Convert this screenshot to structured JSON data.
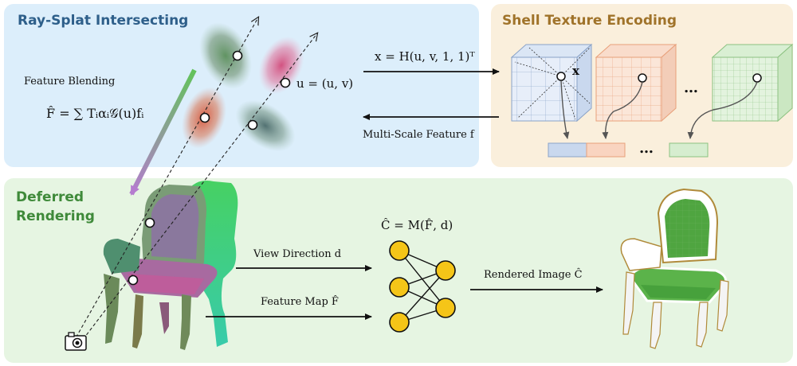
{
  "panels": {
    "ray_splat": {
      "title": "Ray-Splat Intersecting",
      "title_color": "#2e5f8a",
      "bg": "#dceefb"
    },
    "shell": {
      "title": "Shell Texture Encoding",
      "title_color": "#a0732a",
      "bg": "#faefdc"
    },
    "deferred": {
      "title_line1": "Deferred",
      "title_line2": "Rendering",
      "title_color": "#3f8a3a",
      "bg": "#e6f5e2"
    }
  },
  "labels": {
    "feature_blending": "Feature Blending",
    "blend_eq": "F̂ = ∑ Tᵢαᵢ𝒢(u)fᵢ",
    "uv_eq": "u = (u, v)",
    "x_eq": "x = H(u, v, 1, 1)ᵀ",
    "x_point": "x",
    "multi_scale": "Multi-Scale Feature f",
    "dots_grid": "…",
    "dots_feat": "…",
    "c_eq": "Ĉ = M(F̂, d)",
    "view_direction": "View Direction d",
    "feature_map": "Feature Map F̂",
    "rendered_image": "Rendered Image Ĉ"
  },
  "colors": {
    "grid_blue": "#9fb4d6",
    "grid_orange": "#f2b08a",
    "grid_green": "#a9d7a0",
    "neuron": "#f5c518",
    "chair_green": "#4fa540",
    "gradient_top": "#62c35a",
    "gradient_bottom": "#b57ccf"
  },
  "icons": {
    "camera": "camera-icon"
  }
}
